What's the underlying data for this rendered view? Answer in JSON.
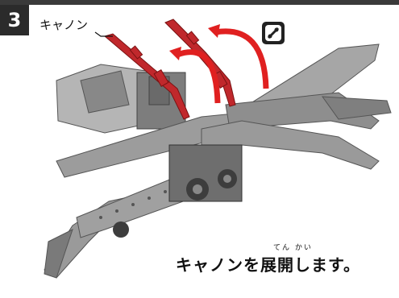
{
  "step": {
    "number": "3"
  },
  "callout": {
    "label": "キャノン"
  },
  "instruction": {
    "text": "キャノンを展開します。",
    "furigana": "てん かい"
  },
  "icons": {
    "action_icon": "cross-pin-icon"
  },
  "colors": {
    "cannon_red": "#c0282c",
    "arrow_red": "#e02020",
    "robot_gray": "#8c8c8c",
    "badge": "#2b2b2b"
  }
}
